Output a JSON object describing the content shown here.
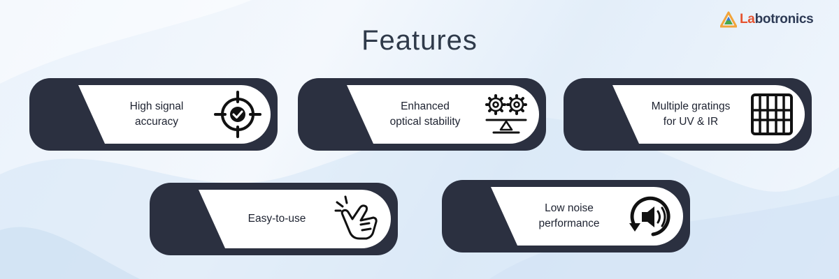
{
  "brand": {
    "name_accent": "La",
    "name_rest": "botronics"
  },
  "title": "Features",
  "features": [
    {
      "label": "High signal\naccuracy",
      "icon": "target-check-icon"
    },
    {
      "label": "Enhanced\noptical stability",
      "icon": "gears-balance-icon"
    },
    {
      "label": "Multiple gratings\nfor UV & IR",
      "icon": "grating-grid-icon"
    },
    {
      "label": "Easy-to-use",
      "icon": "tap-hand-icon"
    },
    {
      "label": "Low noise\nperformance",
      "icon": "speaker-low-noise-icon"
    }
  ],
  "colors": {
    "dark": "#2b3040",
    "card": "#ffffff",
    "title": "#2f3a4a",
    "accent": "#e5532f"
  }
}
